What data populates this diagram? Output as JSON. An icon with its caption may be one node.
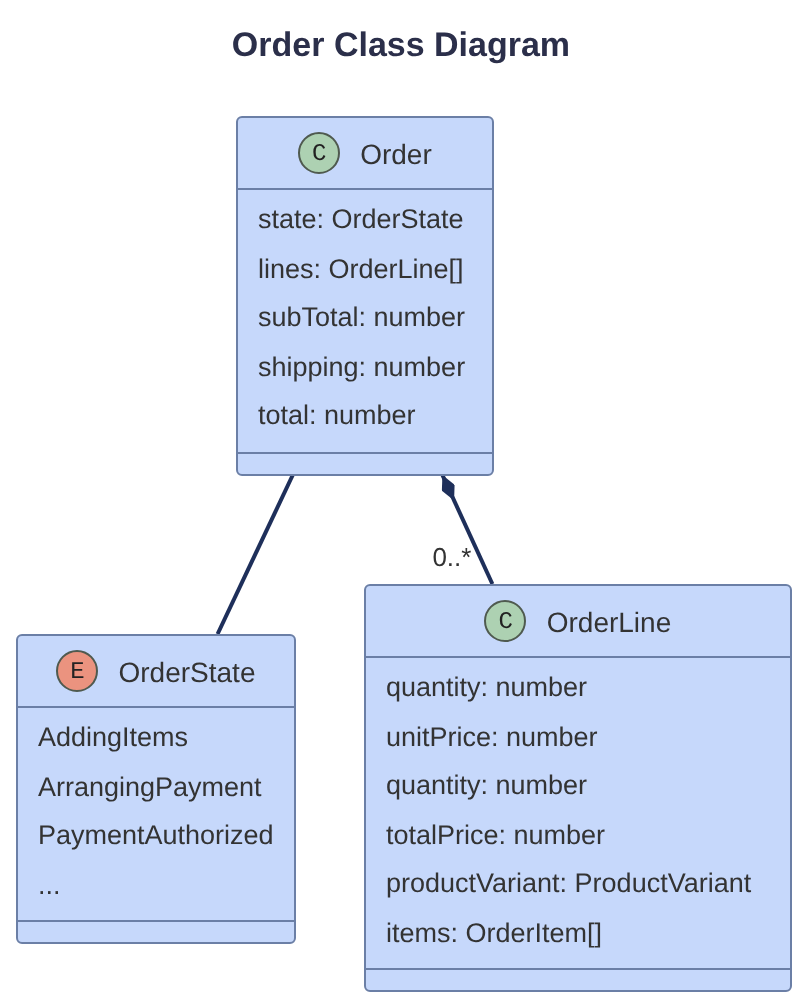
{
  "diagram": {
    "title": "Order Class Diagram",
    "nodes": [
      {
        "text": [
          "C",
          "Order",
          "state: OrderState",
          "lines: OrderLine[]",
          "subTotal: number",
          "shipping: number",
          "total: number"
        ]
      },
      {
        "text": [
          "E",
          "OrderState",
          "AddingItems",
          "ArrangingPayment",
          "PaymentAuthorized",
          "..."
        ]
      },
      {
        "text": [
          "C",
          "OrderLine",
          "quantity: number",
          "unitPrice: number",
          "quantity: number",
          "totalPrice: number",
          "productVariant: ProductVariant",
          "items: OrderItem[]"
        ]
      }
    ],
    "edges": [
      {
        "from": 0,
        "to": 1,
        "arrow": "none"
      },
      {
        "from": 0,
        "to": 2,
        "arrow": "other",
        "label": "0..*"
      }
    ]
  }
}
